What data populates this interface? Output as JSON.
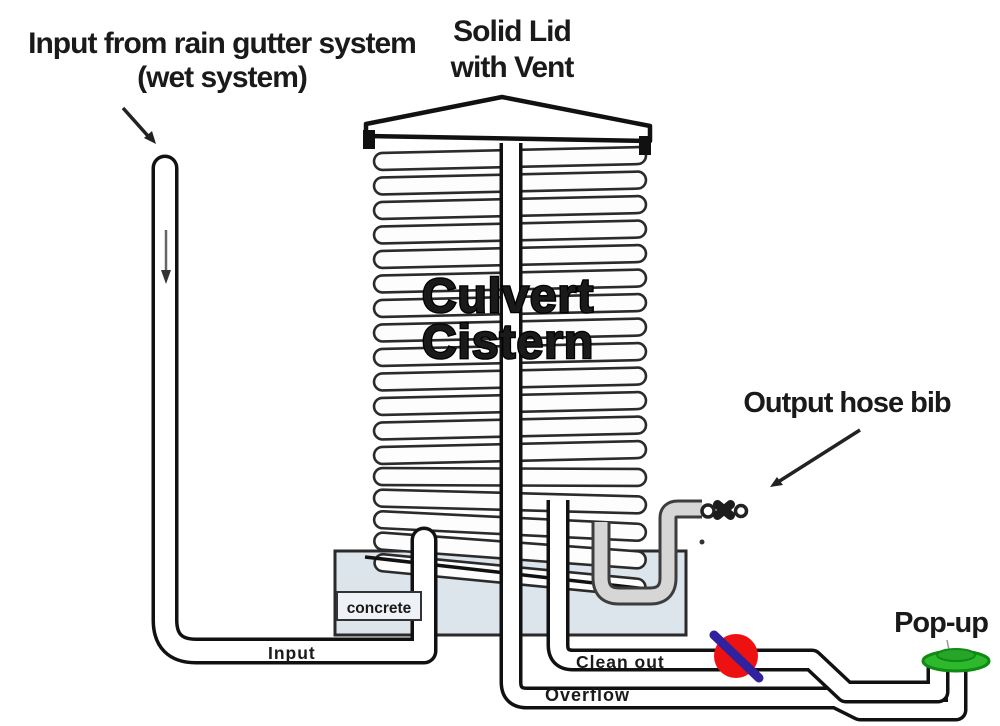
{
  "diagram": {
    "title": "Culvert Cistern rainwater harvesting diagram"
  },
  "labels": {
    "input_gutter_line1": "Input from rain gutter system",
    "input_gutter_line2": "(wet system)",
    "lid_line1": "Solid Lid",
    "lid_line2": "with Vent",
    "cistern_line1": "Culvert",
    "cistern_line2": "Cistern",
    "output_hose_bib": "Output hose bib",
    "popup": "Pop-up",
    "concrete": "concrete",
    "input_pipe": "Input",
    "cleanout_pipe": "Clean out",
    "overflow_pipe": "Overflow"
  },
  "icons": {
    "closed_valve": "red circle with blue slash (valve closed / no-flow symbol)",
    "popup_emitter": "green pop-up drain emitter",
    "hose_bib": "cross-handle spigot",
    "flow_direction": "downward arrow inside input pipe"
  },
  "colors": {
    "title_red": "#e31212",
    "valve_red": "#ee1111",
    "valve_slash_blue": "#32219e",
    "popup_green": "#2db82d",
    "popup_green_dark": "#0f8a12",
    "concrete_fill": "#dce4ec",
    "concrete_box_fill": "#eef1f5",
    "line_black": "#111111",
    "pipe_gray": "#d6d6d6"
  }
}
